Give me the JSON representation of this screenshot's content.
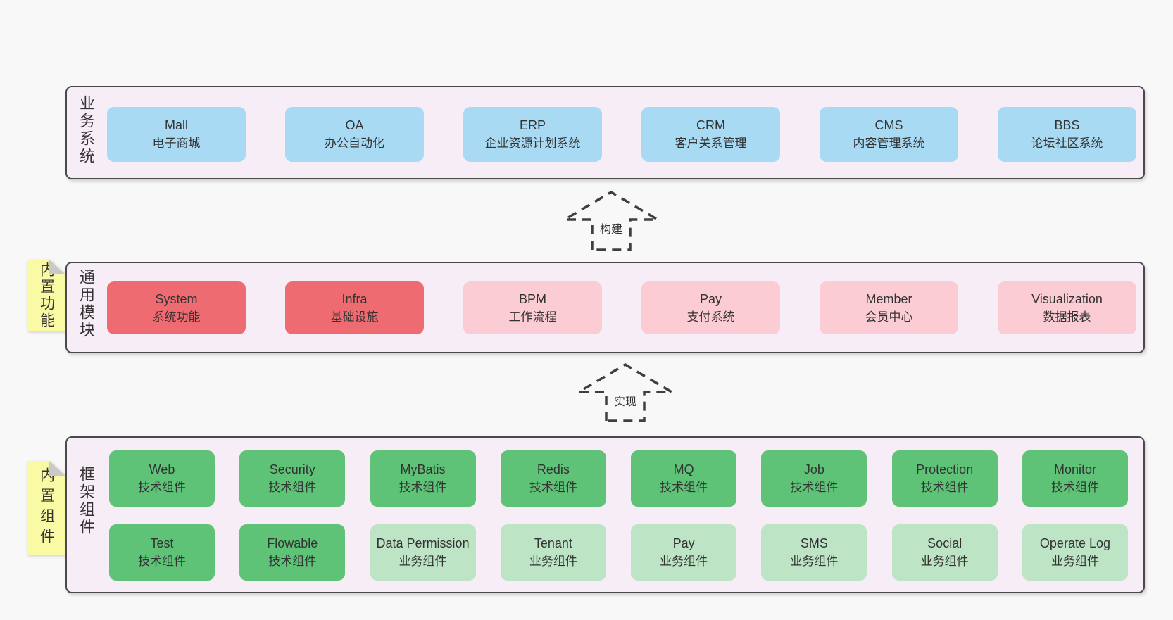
{
  "colors": {
    "page_bg": "#f8f8f8",
    "container_bg": "#f7edf6",
    "container_border": "#4a4a4a",
    "blue": "#a9daf3",
    "red": "#ee6c71",
    "pink": "#fbccd4",
    "green": "#5fc377",
    "light_green": "#bde4c5",
    "tab_yellow": "#fafaa4",
    "tab_fold": "#c9c9c9",
    "text": "#383838",
    "arrow": "#3f3f3f"
  },
  "tiers": [
    {
      "label": "业务系统",
      "rows": [
        [
          {
            "name": "Mall",
            "desc": "电子商城",
            "variant": "blue"
          },
          {
            "name": "OA",
            "desc": "办公自动化",
            "variant": "blue"
          },
          {
            "name": "ERP",
            "desc": "企业资源计划系统",
            "variant": "blue"
          },
          {
            "name": "CRM",
            "desc": "客户关系管理",
            "variant": "blue"
          },
          {
            "name": "CMS",
            "desc": "内容管理系统",
            "variant": "blue"
          },
          {
            "name": "BBS",
            "desc": "论坛社区系统",
            "variant": "blue"
          }
        ]
      ]
    },
    {
      "label": "通用模块",
      "tab": "内置功能",
      "rows": [
        [
          {
            "name": "System",
            "desc": "系统功能",
            "variant": "red"
          },
          {
            "name": "Infra",
            "desc": "基础设施",
            "variant": "red"
          },
          {
            "name": "BPM",
            "desc": "工作流程",
            "variant": "pink"
          },
          {
            "name": "Pay",
            "desc": "支付系统",
            "variant": "pink"
          },
          {
            "name": "Member",
            "desc": "会员中心",
            "variant": "pink"
          },
          {
            "name": "Visualization",
            "desc": "数据报表",
            "variant": "pink"
          }
        ]
      ]
    },
    {
      "label": "框架组件",
      "tab": "内置组件",
      "rows": [
        [
          {
            "name": "Web",
            "desc": "技术组件",
            "variant": "green"
          },
          {
            "name": "Security",
            "desc": "技术组件",
            "variant": "green"
          },
          {
            "name": "MyBatis",
            "desc": "技术组件",
            "variant": "green"
          },
          {
            "name": "Redis",
            "desc": "技术组件",
            "variant": "green"
          },
          {
            "name": "MQ",
            "desc": "技术组件",
            "variant": "green"
          },
          {
            "name": "Job",
            "desc": "技术组件",
            "variant": "green"
          },
          {
            "name": "Protection",
            "desc": "技术组件",
            "variant": "green"
          },
          {
            "name": "Monitor",
            "desc": "技术组件",
            "variant": "green"
          }
        ],
        [
          {
            "name": "Test",
            "desc": "技术组件",
            "variant": "green"
          },
          {
            "name": "Flowable",
            "desc": "技术组件",
            "variant": "green"
          },
          {
            "name": "Data Permission",
            "desc": "业务组件",
            "variant": "light_green"
          },
          {
            "name": "Tenant",
            "desc": "业务组件",
            "variant": "light_green"
          },
          {
            "name": "Pay",
            "desc": "业务组件",
            "variant": "light_green"
          },
          {
            "name": "SMS",
            "desc": "业务组件",
            "variant": "light_green"
          },
          {
            "name": "Social",
            "desc": "业务组件",
            "variant": "light_green"
          },
          {
            "name": "Operate Log",
            "desc": "业务组件",
            "variant": "light_green"
          }
        ]
      ]
    }
  ],
  "arrows": [
    {
      "label": "构建"
    },
    {
      "label": "实现"
    }
  ]
}
